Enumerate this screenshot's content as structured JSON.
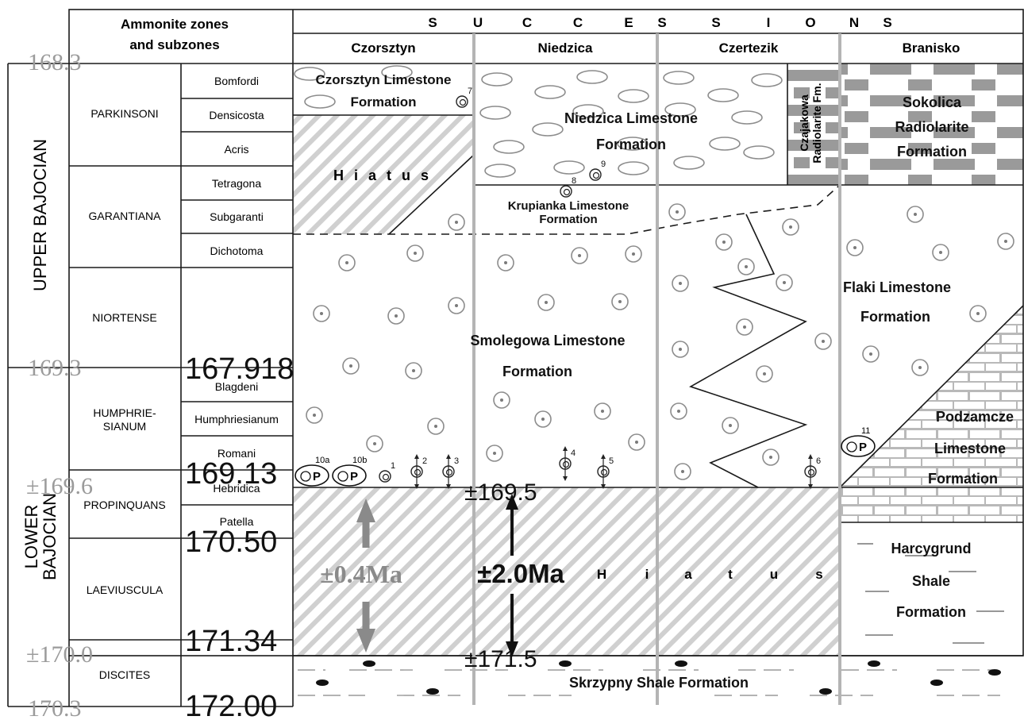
{
  "header": {
    "zones_title_1": "Ammonite zones",
    "zones_title_2": "and subzones",
    "successions_letters": [
      "S",
      "U",
      "C",
      "C",
      "E",
      "S",
      "S",
      "I",
      "O",
      "N",
      "S"
    ],
    "columns": [
      "Czorsztyn",
      "Niedzica",
      "Czertezik",
      "Branisko"
    ]
  },
  "stages": {
    "upper": "UPPER BAJOCIAN",
    "lower_1": "LOWER",
    "lower_2": "BAJOCIAN"
  },
  "zones": [
    "PARKINSONI",
    "GARANTIANA",
    "NIORTENSE",
    "HUMPHRIE-",
    "SIANUM",
    "PROPINQUANS",
    "LAEVIUSCULA",
    "DISCITES"
  ],
  "subzones": [
    "Bomfordi",
    "Densicosta",
    "Acris",
    "Tetragona",
    "Subgaranti",
    "Dichotoma",
    "Blagdeni",
    "Humphriesianum",
    "Romani",
    "Hebridica",
    "Patella"
  ],
  "ages_left": [
    "168.3",
    "169.3",
    "±169.6",
    "±170.0",
    "170.3"
  ],
  "ages_sub": [
    "167.918",
    "169.13",
    "170.50",
    "171.34",
    "172.00"
  ],
  "formations": {
    "czorsztyn_1": "Czorsztyn Limestone",
    "czorsztyn_2": "Formation",
    "niedzica_1": "Niedzica Limestone",
    "niedzica_2": "Formation",
    "czajakowa_1": "Czajakowa",
    "czajakowa_2": "Radiolarite Fm.",
    "sokolica_1": "Sokolica",
    "sokolica_2": "Radiolarite",
    "sokolica_3": "Formation",
    "krupianka_1": "Krupianka Limestone",
    "krupianka_2": "Formation",
    "smolegowa_1": "Smolegowa Limestone",
    "smolegowa_2": "Formation",
    "flaki_1": "Flaki Limestone",
    "flaki_2": "Formation",
    "podzamcze_1": "Podzamcze",
    "podzamcze_2": "Limestone",
    "podzamcze_3": "Formation",
    "harcygrund_1": "Harcygrund",
    "harcygrund_2": "Shale",
    "harcygrund_3": "Formation",
    "skrzypny": "Skrzypny Shale Formation"
  },
  "hiatus_upper": "H i a t u s",
  "hiatus_lower_letters": [
    "H",
    "i",
    "a",
    "t",
    "u",
    "s"
  ],
  "durations": {
    "small": "±0.4Ma",
    "large": "±2.0Ma",
    "top_age": "±169.5",
    "bottom_age": "±171.5"
  },
  "markers": {
    "p_label": "P",
    "numbers": [
      "1",
      "2",
      "3",
      "4",
      "5",
      "6",
      "7",
      "8",
      "9",
      "10a",
      "10b",
      "11"
    ]
  },
  "colors": {
    "line": "#1a1a1a",
    "column_divider": "#b4b4b4",
    "hatch": "#cfcfcf",
    "radiolarite_block": "#9a9a9a",
    "brick": "#b9b9b9",
    "oolite": "#8c8c8c",
    "arrow_grey": "#8a8a8a",
    "age_grey": "#9b9b9b"
  }
}
